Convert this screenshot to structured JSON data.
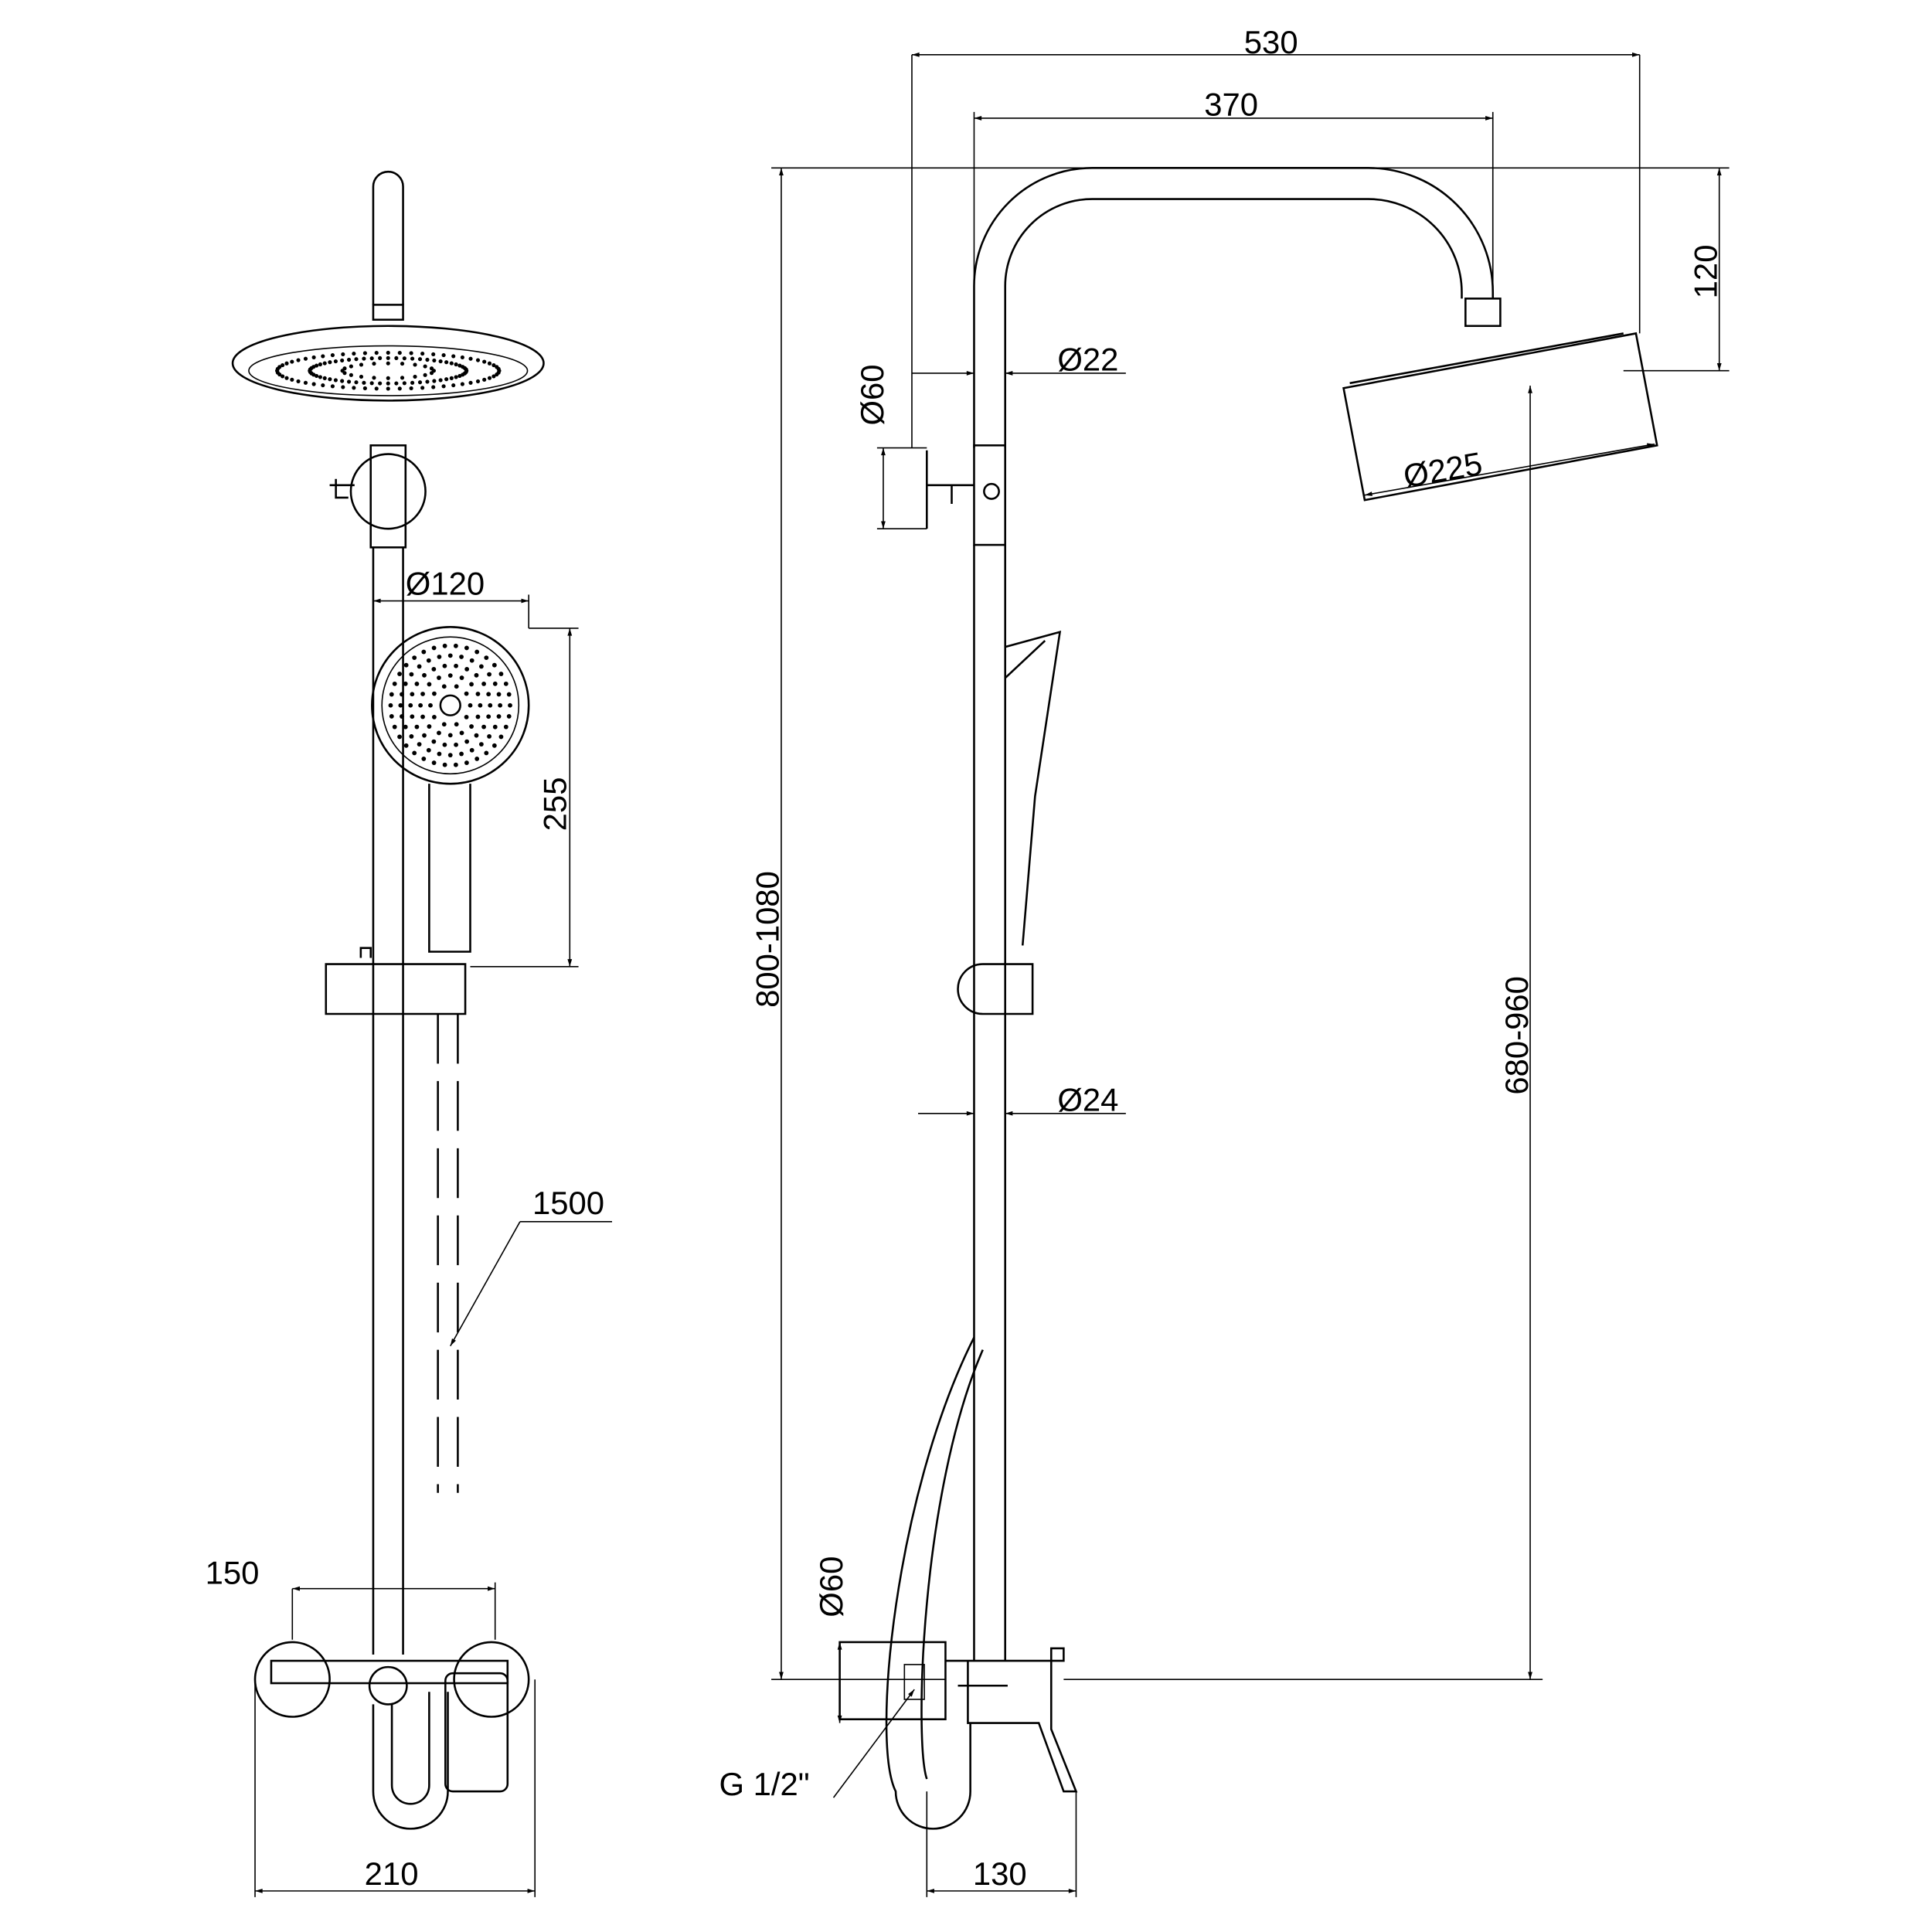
{
  "drawing": {
    "front_view": {
      "handshower_diameter": "Ø120",
      "handshower_length": "255",
      "hose_length": "1500",
      "inlet_spacing": "150",
      "mixer_width": "210"
    },
    "side_view": {
      "total_projection": "530",
      "arm_length": "370",
      "head_height": "120",
      "arm_pipe_diameter": "Ø22",
      "bracket_diameter_top": "Ø60",
      "head_diameter": "Ø225",
      "total_height": "800-1080",
      "head_to_mixer_height": "680-960",
      "rail_diameter": "Ø24",
      "flange_diameter_bottom": "Ø60",
      "thread": "G 1/2\"",
      "mixer_projection": "130"
    }
  }
}
